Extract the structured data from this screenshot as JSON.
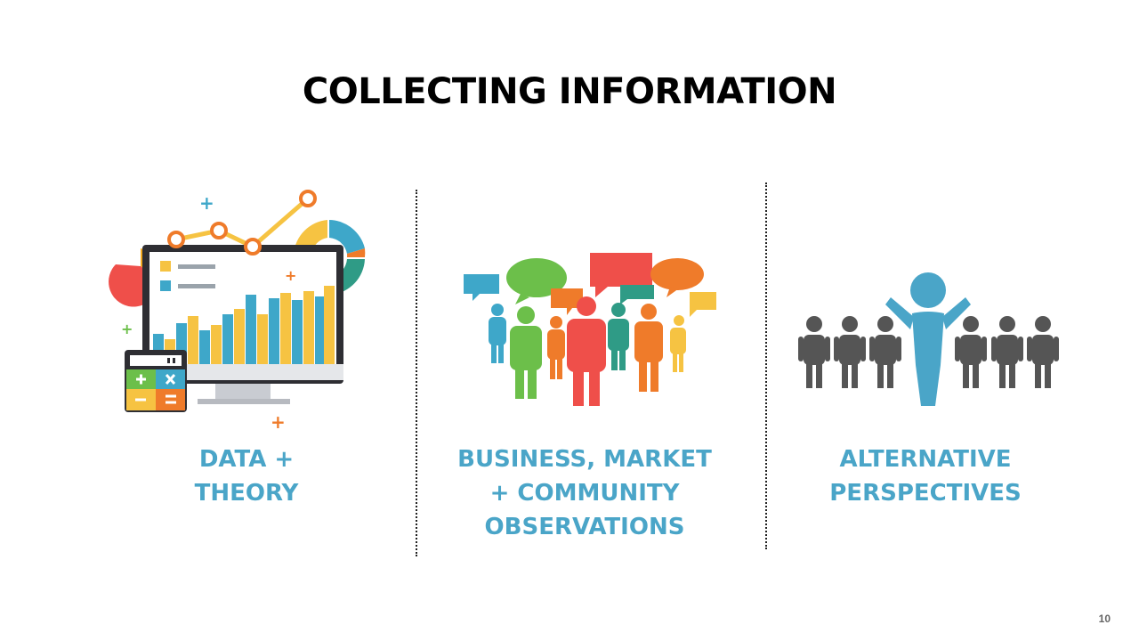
{
  "slide": {
    "title": "COLLECTING INFORMATION",
    "page_number": "10",
    "accent_color": "#4aa5c8"
  },
  "columns": [
    {
      "icon": "analytics-dashboard-icon",
      "caption_lines": [
        "DATA +",
        "THEORY"
      ]
    },
    {
      "icon": "people-conversation-icon",
      "caption_lines": [
        "BUSINESS, MARKET",
        "+ COMMUNITY",
        "OBSERVATIONS"
      ]
    },
    {
      "icon": "standout-person-icon",
      "caption_lines": [
        "ALTERNATIVE",
        "PERSPECTIVES"
      ]
    }
  ]
}
